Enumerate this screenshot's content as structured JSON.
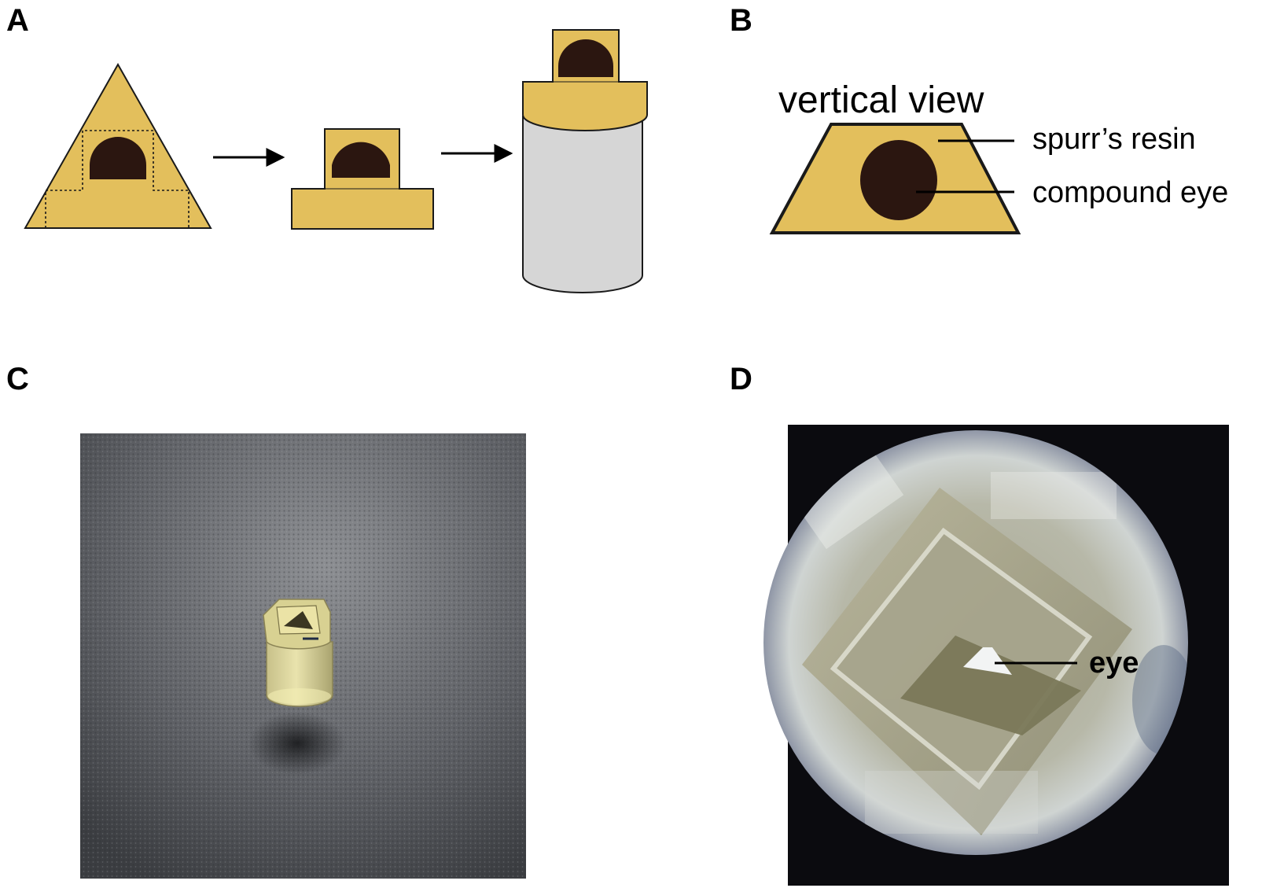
{
  "panels": {
    "a": {
      "letter": "A"
    },
    "b": {
      "letter": "B",
      "title": "vertical view",
      "label_resin": "spurr’s resin",
      "label_eye": "compound eye"
    },
    "c": {
      "letter": "C"
    },
    "d": {
      "letter": "D",
      "label_eye": "eye"
    }
  },
  "colors": {
    "resin": "#e3bf5c",
    "eye": "#2b1610",
    "cylinder": "#d6d6d6",
    "outline": "#1a1a1a"
  }
}
